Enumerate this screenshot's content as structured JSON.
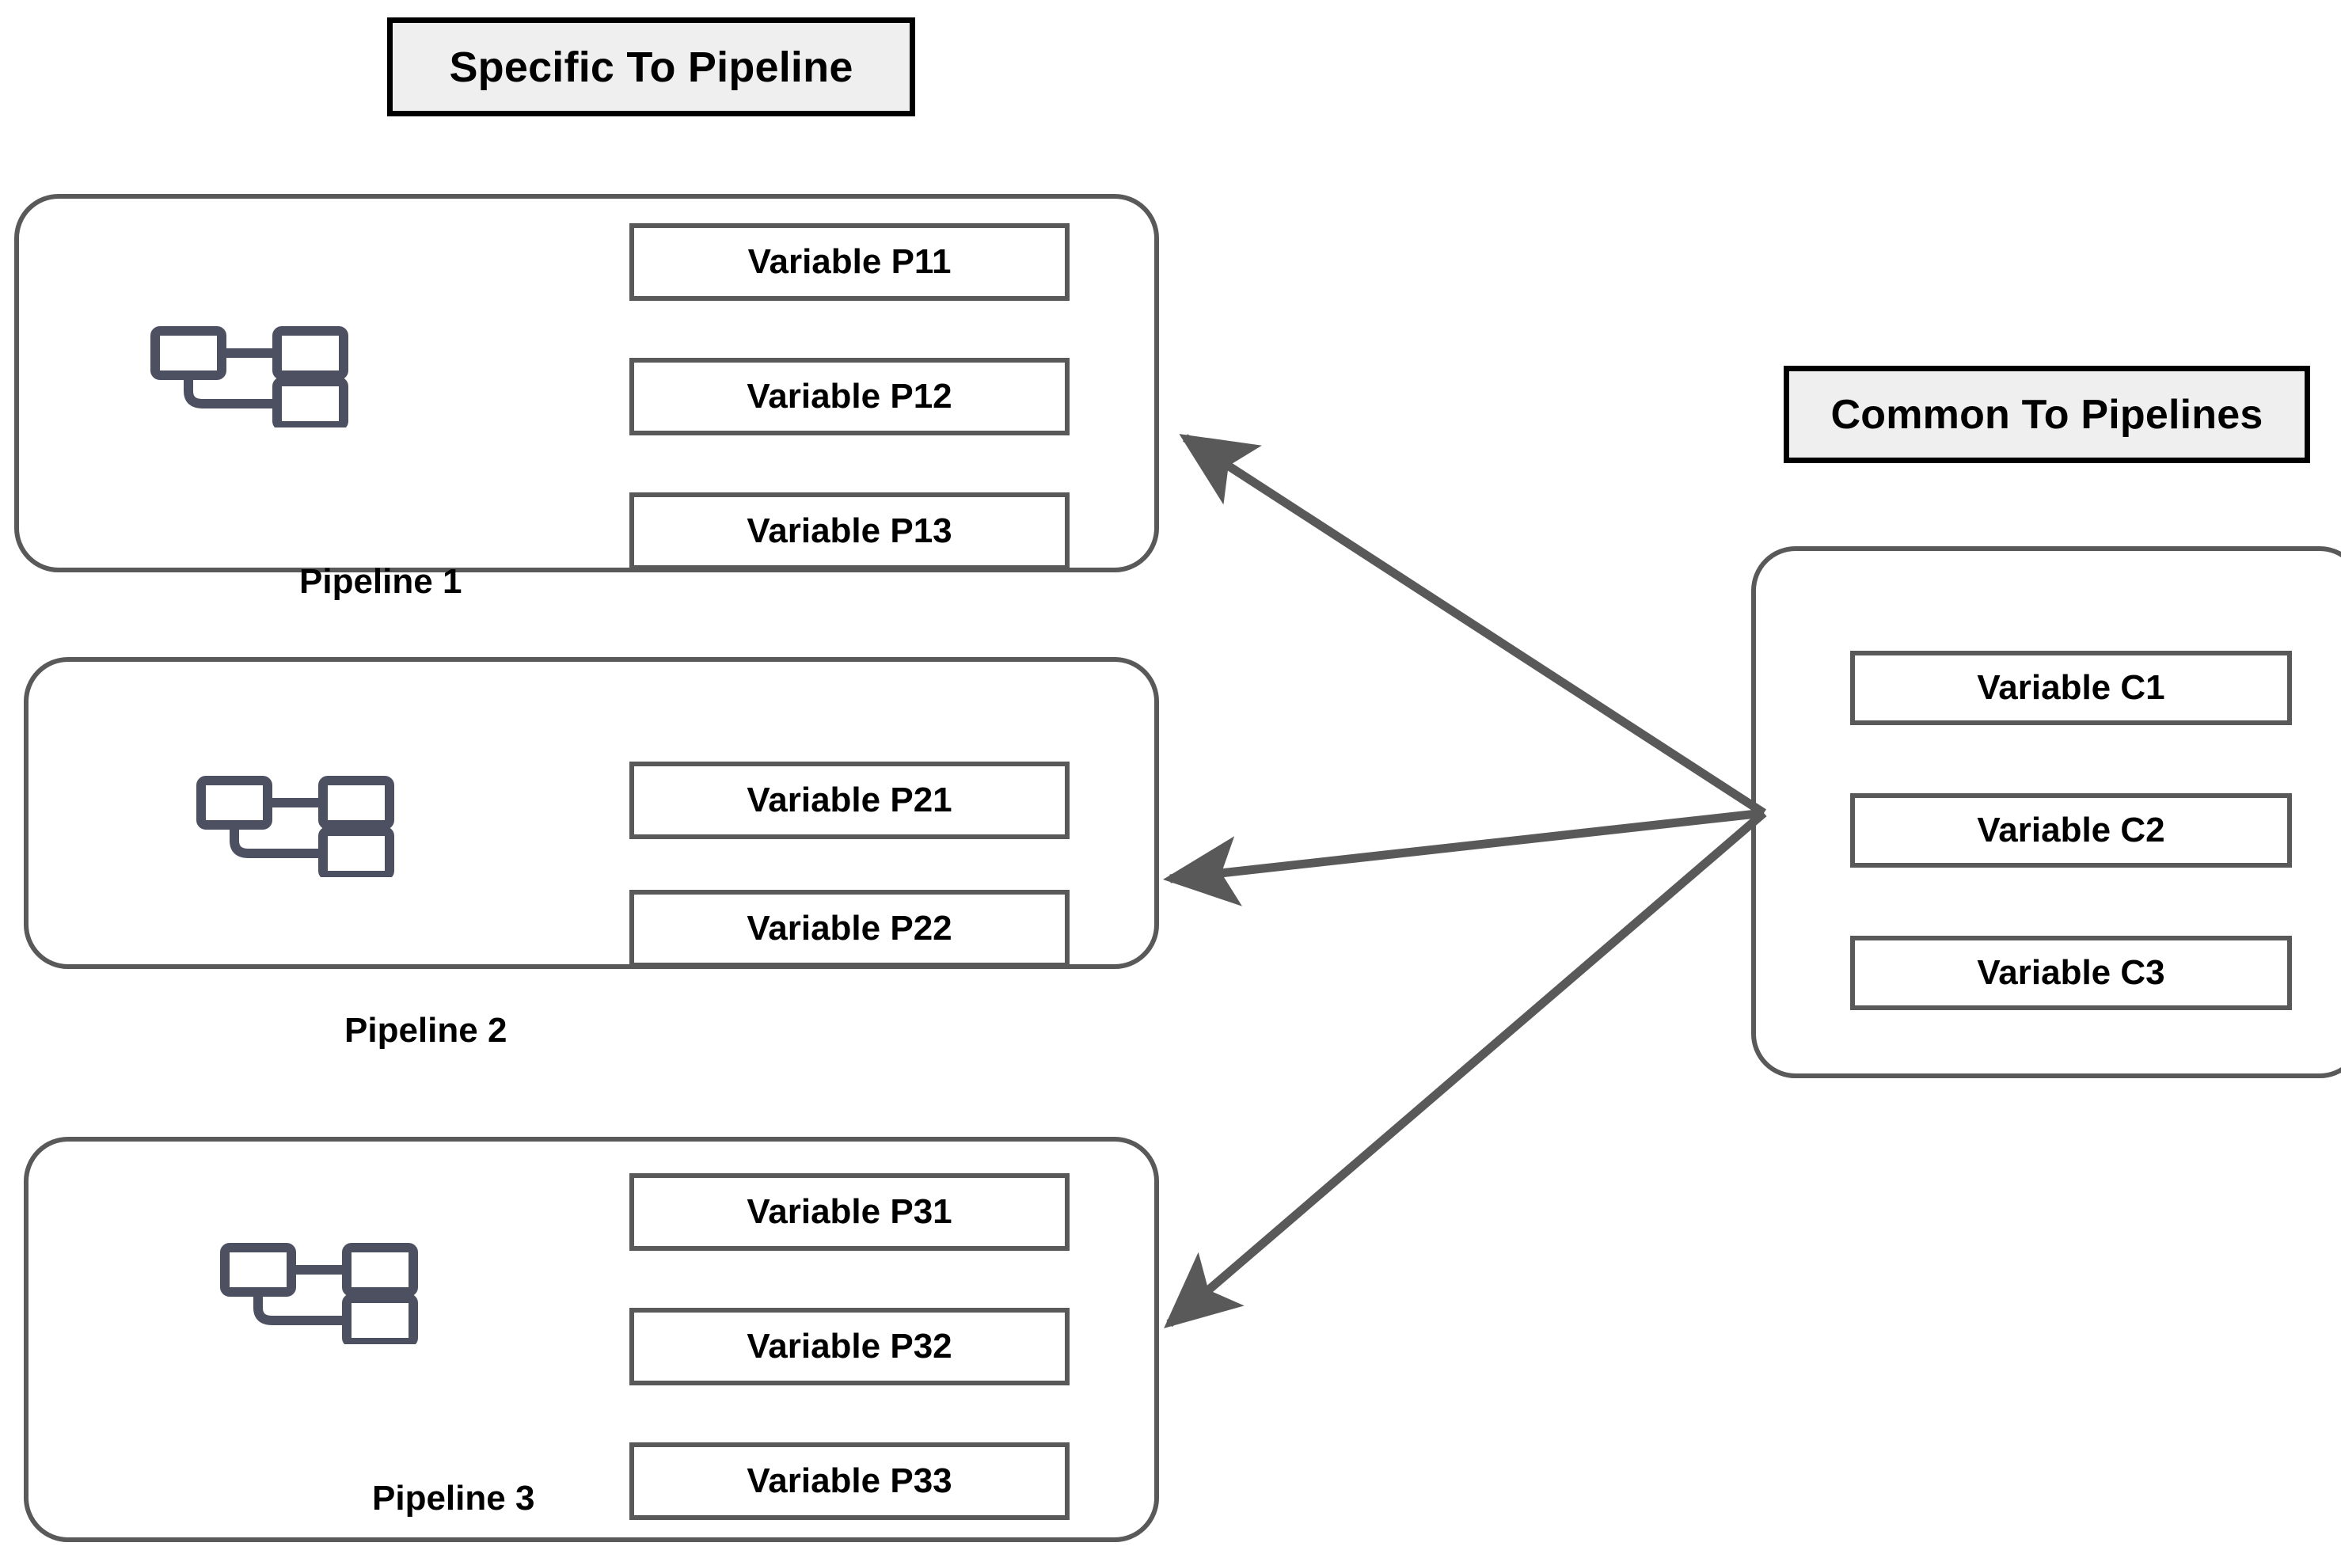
{
  "headers": {
    "specific": "Specific To Pipeline",
    "common": "Common To Pipelines"
  },
  "pipelines": [
    {
      "caption": "Pipeline 1",
      "icon": "pipeline-sitemap-icon",
      "variables": [
        "Variable P11",
        "Variable P12",
        "Variable P13"
      ]
    },
    {
      "caption": "Pipeline 2",
      "icon": "pipeline-sitemap-icon",
      "variables": [
        "Variable P21",
        "Variable P22"
      ]
    },
    {
      "caption": "Pipeline 3",
      "icon": "pipeline-sitemap-icon",
      "variables": [
        "Variable P31",
        "Variable P32",
        "Variable P33"
      ]
    }
  ],
  "common_group": {
    "variables": [
      "Variable C1",
      "Variable C2",
      "Variable C3"
    ]
  },
  "arrows": [
    {
      "from": "common-group",
      "to": "pipeline-1",
      "style": "single-head"
    },
    {
      "from": "common-group",
      "to": "pipeline-2",
      "style": "single-head"
    },
    {
      "from": "common-group",
      "to": "pipeline-3",
      "style": "single-head"
    }
  ],
  "colors": {
    "header_fill": "#efefef",
    "header_border": "#000000",
    "group_border": "#595959",
    "box_border": "#595959",
    "icon_stroke": "#4d5061",
    "arrow": "#595959",
    "text": "#000000",
    "background": "#ffffff"
  }
}
